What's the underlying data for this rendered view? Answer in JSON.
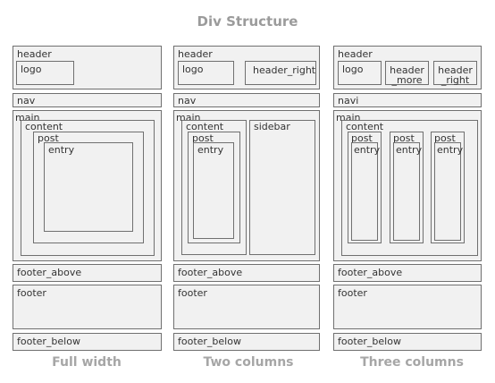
{
  "title": "Div Structure",
  "captions": {
    "full": "Full width",
    "two": "Two columns",
    "three": "Three columns"
  },
  "labels": {
    "header": "header",
    "logo": "logo",
    "header_right": "header_right",
    "header_more": "header\n_more",
    "header_right_wrapped": "header\n_right",
    "nav": "nav",
    "navi": "navi",
    "main": "main",
    "content": "content",
    "post": "post",
    "entry": "entry",
    "sidebar": "sidebar",
    "footer_above": "footer_above",
    "footer": "footer",
    "footer_below": "footer_below"
  }
}
